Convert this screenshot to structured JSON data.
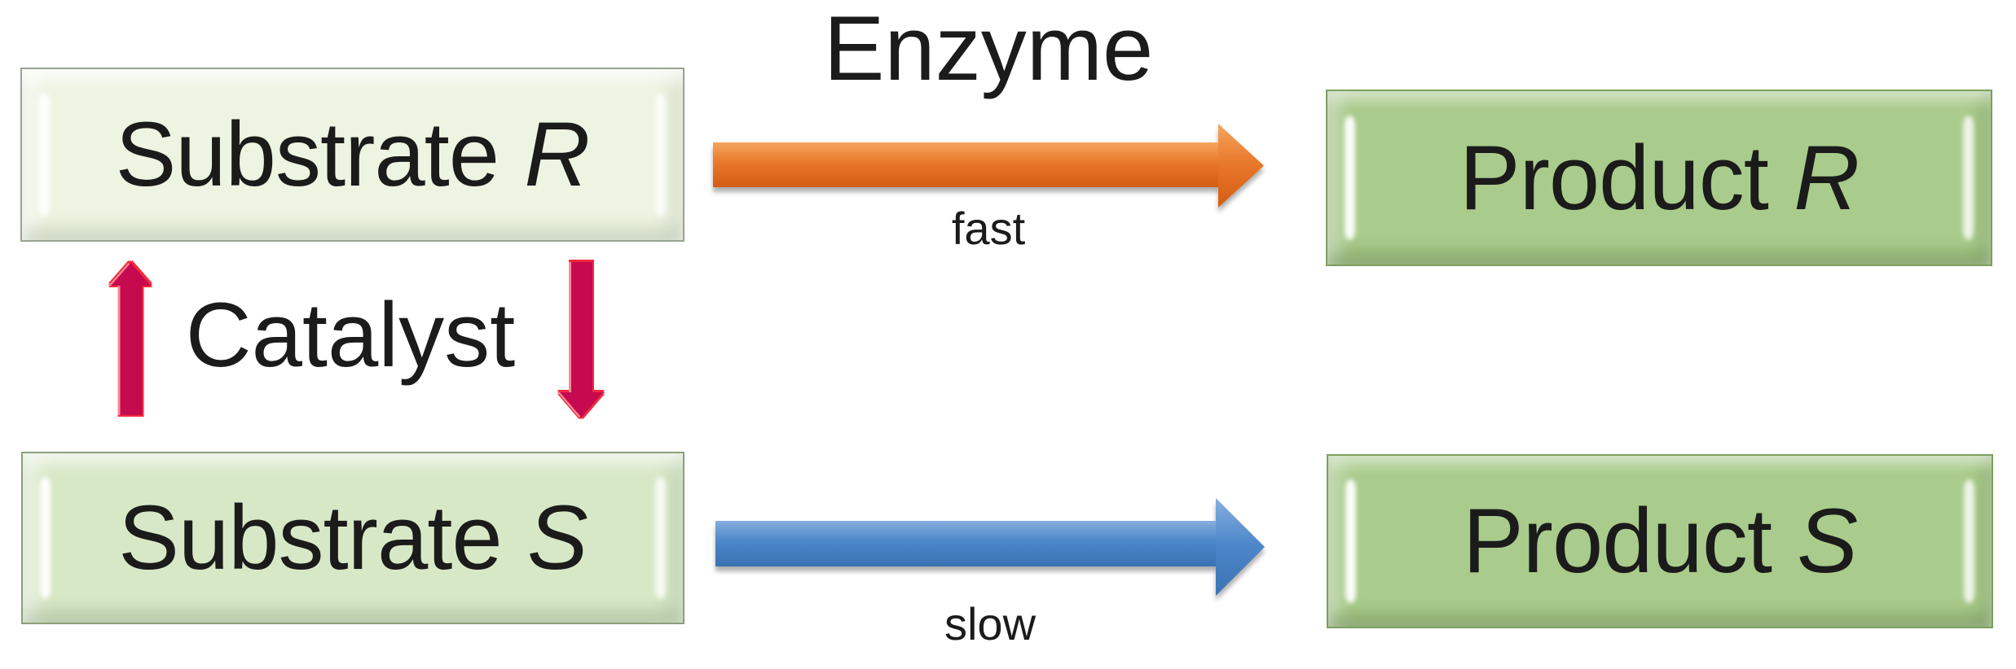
{
  "boxes": {
    "substrate_r": {
      "label": "Substrate",
      "letter": "R"
    },
    "substrate_s": {
      "label": "Substrate",
      "letter": "S"
    },
    "product_r": {
      "label": "Product",
      "letter": "R"
    },
    "product_s": {
      "label": "Product",
      "letter": "S"
    }
  },
  "labels": {
    "enzyme": "Enzyme",
    "fast": "fast",
    "slow": "slow",
    "catalyst": "Catalyst"
  },
  "colors": {
    "background": "#ffffff",
    "text": "#1b1b1b",
    "substrate-r-fill": "#edf4e1",
    "substrate-r-border": "#99a294",
    "substrate-s-fill": "#d7e8c6",
    "substrate-s-border": "#8aa07c",
    "product-fill": "#a9cb8b",
    "product-border": "#7d9f60",
    "enzyme-arrow-top": "#f5a55f",
    "enzyme-arrow-mid": "#e8772a",
    "enzyme-arrow-bottom": "#d55c13",
    "slow-arrow-top": "#85aede",
    "slow-arrow-mid": "#4c87c9",
    "slow-arrow-bottom": "#3a72b2",
    "catalyst-fill": "#c50a4f",
    "catalyst-outline": "#f5293d",
    "catalyst-outline-light": "#fb8a96",
    "arrow-shadow": "rgba(110,110,110,0.55)"
  }
}
